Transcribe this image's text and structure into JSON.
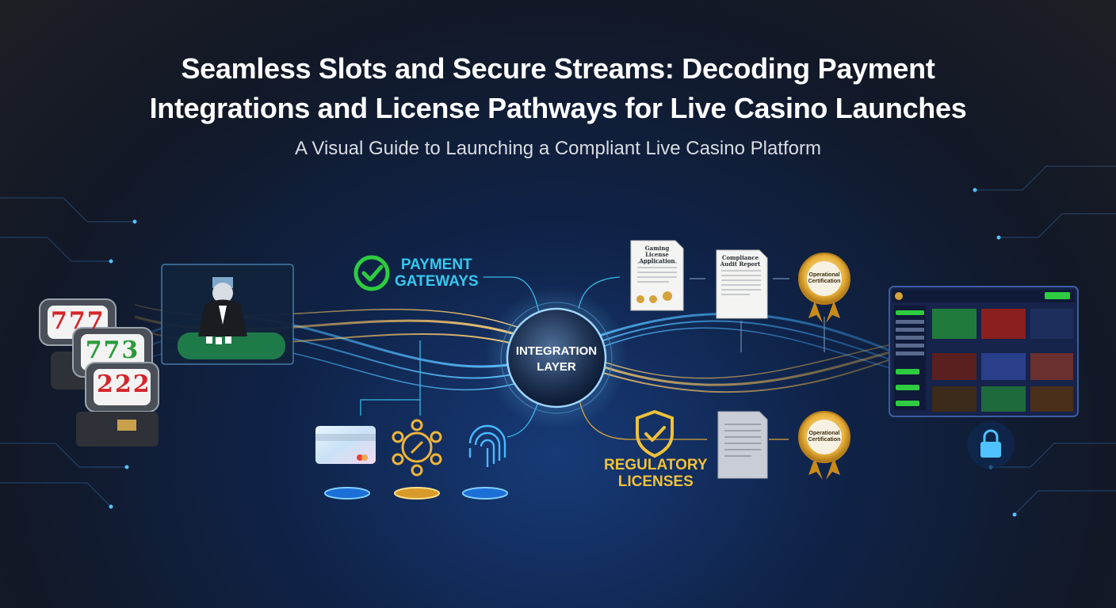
{
  "header": {
    "title_line1": "Seamless Slots and Secure Streams: Decoding Payment",
    "title_line2": "Integrations and License Pathways for Live Casino Launches",
    "subtitle": "A Visual Guide to Launching a Compliant Live Casino Platform"
  },
  "nodes": {
    "payment_line1": "PAYMENT",
    "payment_line2": "GATEWAYS",
    "integration_line1": "INTEGRATION",
    "integration_line2": "LAYER",
    "regulatory_line1": "REGULATORY",
    "regulatory_line2": "LICENSES"
  },
  "documents": {
    "doc1_line1": "Gaming License",
    "doc1_line2": "Application",
    "doc2_line1": "Compliance",
    "doc2_line2": "Audit Report",
    "seal1_line1": "Operational",
    "seal1_line2": "Certification",
    "seal2_line1": "Operational",
    "seal2_line2": "Certification"
  },
  "slot_reels": {
    "machine1": "777",
    "machine2": "773",
    "machine3": "222"
  },
  "colors": {
    "payment_accent": "#35c8f0",
    "regulatory_accent": "#f0c13a",
    "check_green": "#2ecc40",
    "stream_blue": "#3aa8ff",
    "stream_gold": "#f2b543"
  },
  "icons": [
    "check-circle-icon",
    "credit-card-icon",
    "crypto-network-icon",
    "fingerprint-icon",
    "shield-check-icon",
    "lock-icon",
    "certification-seal-icon",
    "document-icon"
  ]
}
